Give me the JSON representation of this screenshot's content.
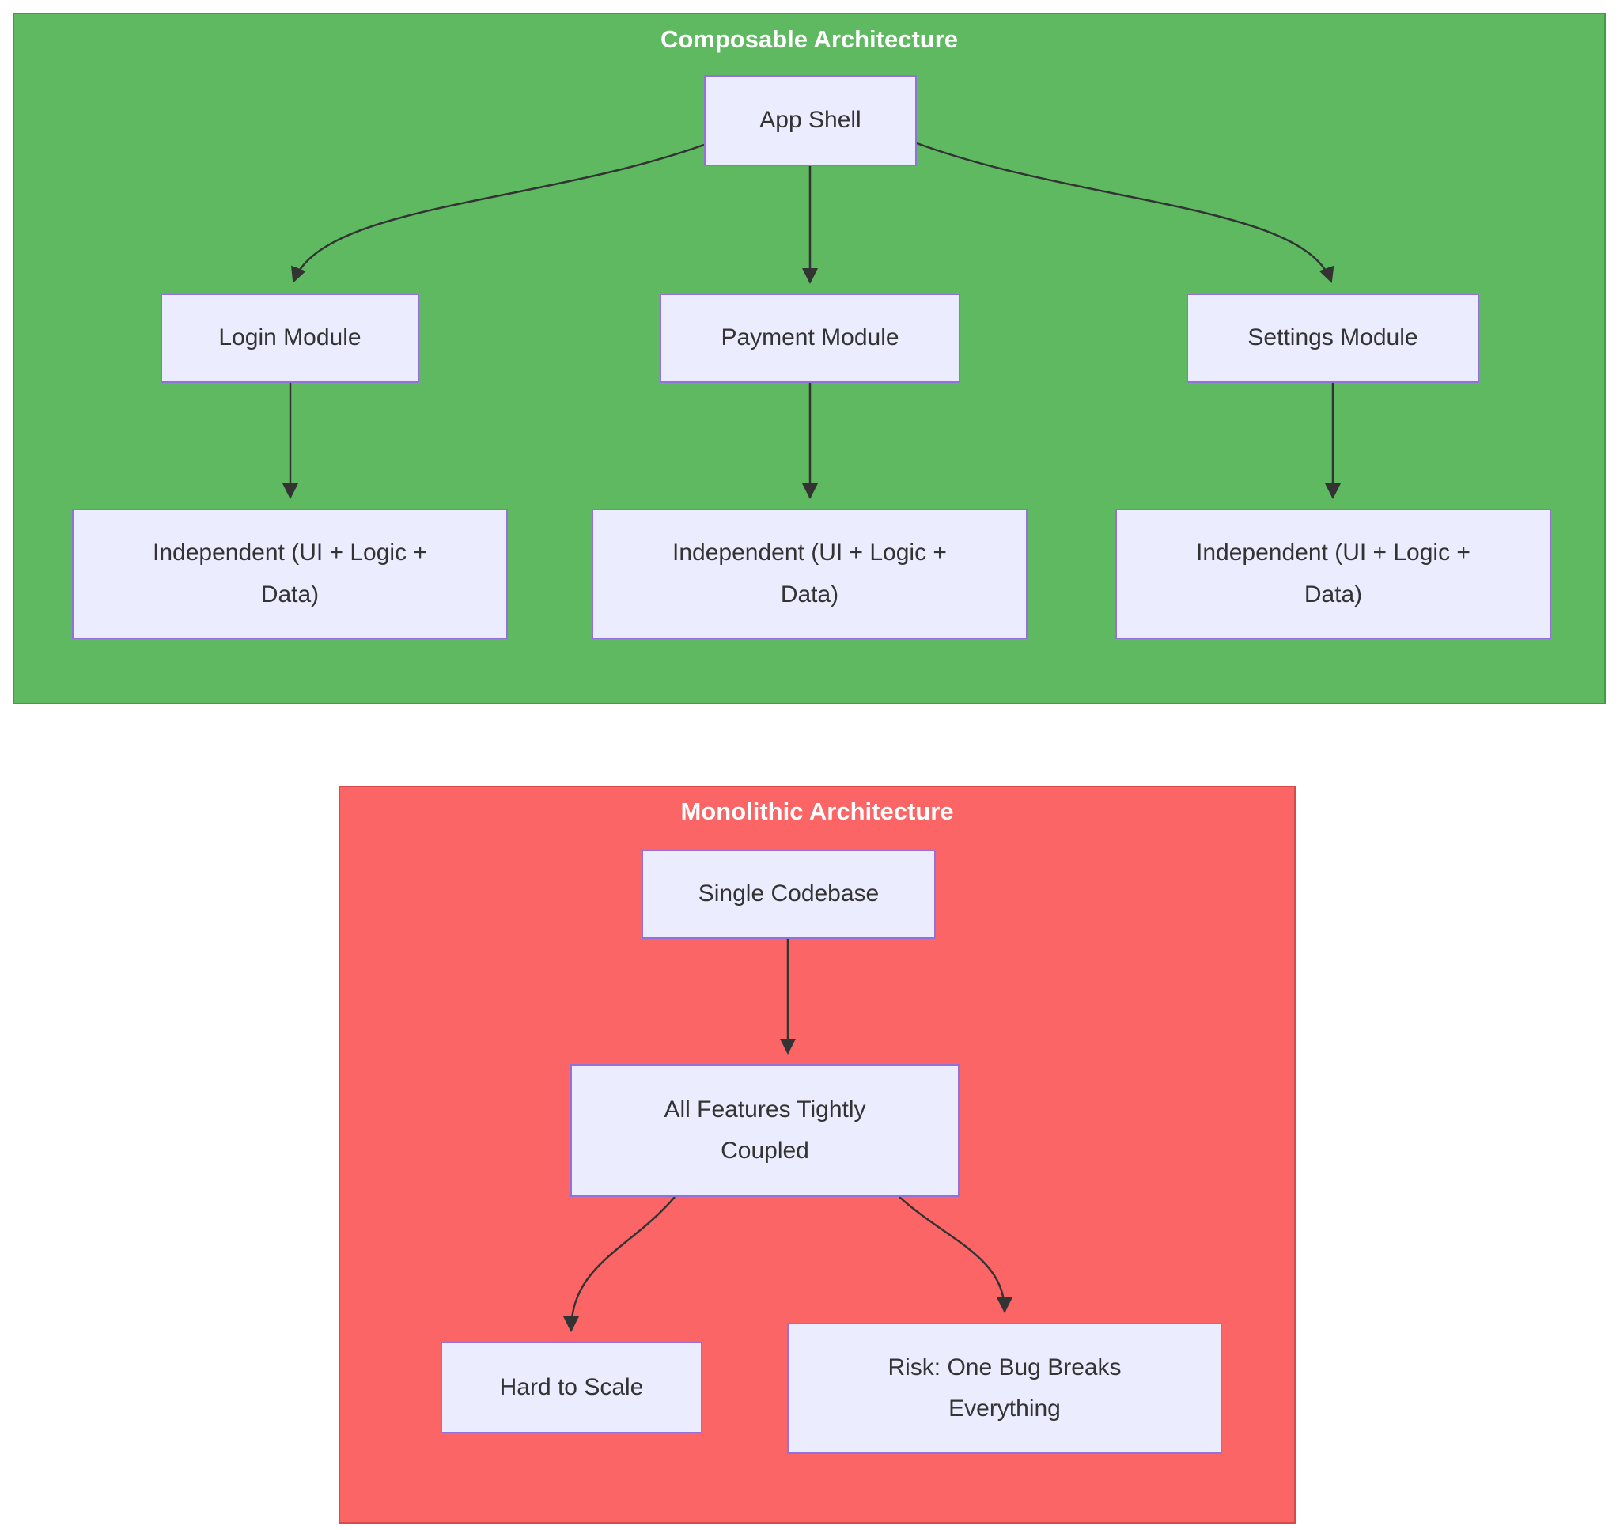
{
  "diagram": {
    "type": "flowchart",
    "colors": {
      "composable_fill": "#5eb961",
      "composable_stroke": "#44984a",
      "monolithic_fill": "#fb6565",
      "monolithic_stroke": "#d84b4b",
      "node_fill": "#ececff",
      "node_stroke": "#9370db",
      "node_text": "#333333",
      "cluster_title": "#ffffff",
      "edge": "#333333"
    },
    "composable": {
      "title": "Composable Architecture",
      "nodes": {
        "app_shell": "App Shell",
        "login": "Login Module",
        "payment": "Payment Module",
        "settings": "Settings Module",
        "login_detail": "Independent (UI + Logic +\nData)",
        "payment_detail": "Independent (UI + Logic +\nData)",
        "settings_detail": "Independent (UI + Logic +\nData)"
      },
      "edges": [
        {
          "from": "app_shell",
          "to": "login"
        },
        {
          "from": "app_shell",
          "to": "payment"
        },
        {
          "from": "app_shell",
          "to": "settings"
        },
        {
          "from": "login",
          "to": "login_detail"
        },
        {
          "from": "payment",
          "to": "payment_detail"
        },
        {
          "from": "settings",
          "to": "settings_detail"
        }
      ]
    },
    "monolithic": {
      "title": "Monolithic Architecture",
      "nodes": {
        "single_codebase": "Single Codebase",
        "coupled": "All Features Tightly\nCoupled",
        "hard_to_scale": "Hard to Scale",
        "risk": "Risk: One Bug Breaks\nEverything"
      },
      "edges": [
        {
          "from": "single_codebase",
          "to": "coupled"
        },
        {
          "from": "coupled",
          "to": "hard_to_scale"
        },
        {
          "from": "coupled",
          "to": "risk"
        }
      ]
    }
  }
}
